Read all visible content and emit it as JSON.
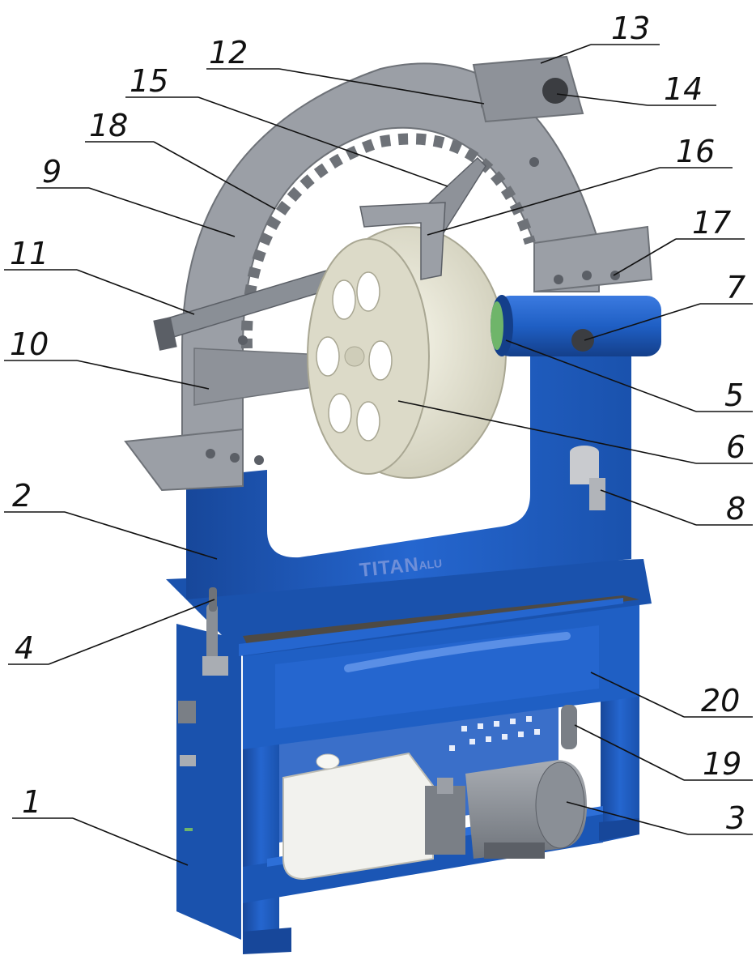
{
  "machine": {
    "brand": "TITAN",
    "brand_suffix": "ALU"
  },
  "callouts": [
    {
      "id": "1",
      "label": "1"
    },
    {
      "id": "2",
      "label": "2"
    },
    {
      "id": "3",
      "label": "3"
    },
    {
      "id": "4",
      "label": "4"
    },
    {
      "id": "5",
      "label": "5"
    },
    {
      "id": "6",
      "label": "6"
    },
    {
      "id": "7",
      "label": "7"
    },
    {
      "id": "8",
      "label": "8"
    },
    {
      "id": "9",
      "label": "9"
    },
    {
      "id": "10",
      "label": "10"
    },
    {
      "id": "11",
      "label": "11"
    },
    {
      "id": "12",
      "label": "12"
    },
    {
      "id": "13",
      "label": "13"
    },
    {
      "id": "14",
      "label": "14"
    },
    {
      "id": "15",
      "label": "15"
    },
    {
      "id": "16",
      "label": "16"
    },
    {
      "id": "17",
      "label": "17"
    },
    {
      "id": "18",
      "label": "18"
    },
    {
      "id": "19",
      "label": "19"
    },
    {
      "id": "20",
      "label": "20"
    }
  ],
  "colors": {
    "frame_blue": "#1f5fc4",
    "frame_blue_dark": "#17479a",
    "arc_gray": "#9b9fa6",
    "arc_gray_dark": "#6e7278",
    "rim_white": "#e9e8d9",
    "tank_white": "#f2f2ee",
    "motor_gray": "#8a8f96",
    "tray_dark": "#4e4a44"
  }
}
